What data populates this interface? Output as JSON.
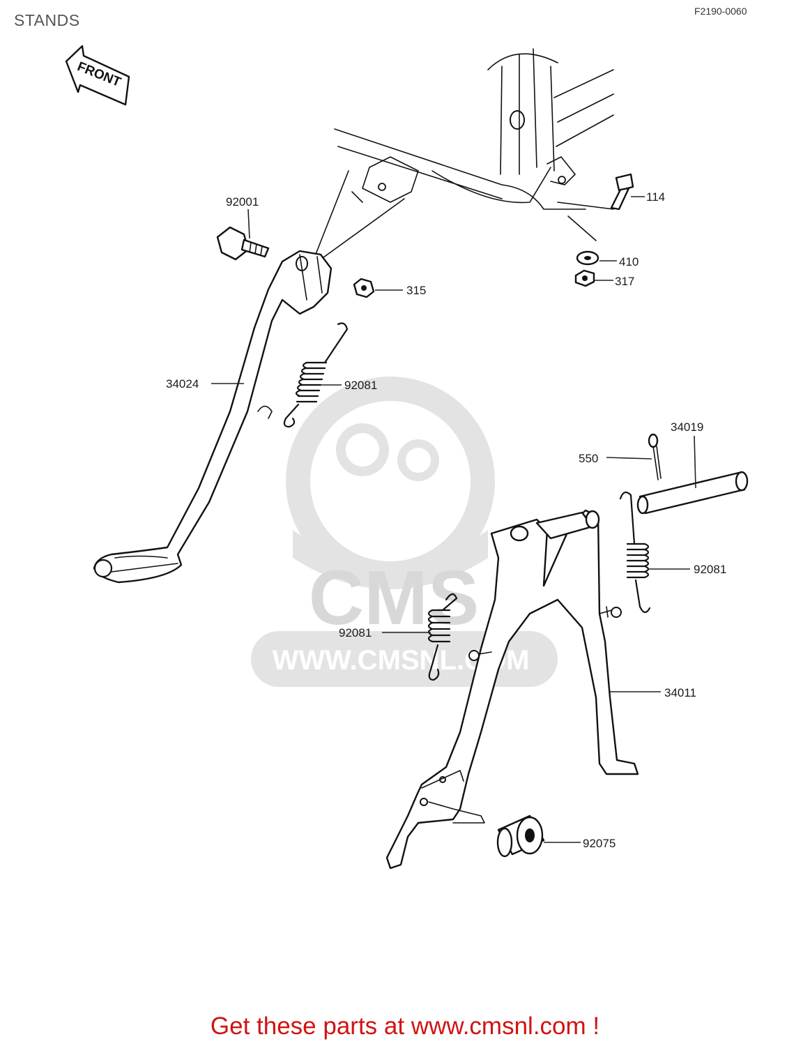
{
  "header": {
    "title": "STANDS",
    "diagram_code": "F2190-0060"
  },
  "front_arrow": {
    "label": "FRONT"
  },
  "watermark": {
    "logo_text": "CMS",
    "url_text": "WWW.CMSNL.COM"
  },
  "callouts": [
    {
      "id": "p92001",
      "label": "92001"
    },
    {
      "id": "p114",
      "label": "114"
    },
    {
      "id": "p410",
      "label": "410"
    },
    {
      "id": "p317",
      "label": "317"
    },
    {
      "id": "p315",
      "label": "315"
    },
    {
      "id": "p34024",
      "label": "34024"
    },
    {
      "id": "p92081a",
      "label": "92081"
    },
    {
      "id": "p34019",
      "label": "34019"
    },
    {
      "id": "p550",
      "label": "550"
    },
    {
      "id": "p92081b",
      "label": "92081"
    },
    {
      "id": "p92081c",
      "label": "92081"
    },
    {
      "id": "p34011",
      "label": "34011"
    },
    {
      "id": "p92075",
      "label": "92075"
    }
  ],
  "footer": {
    "link_text": "Get these parts at www.cmsnl.com !",
    "color": "#d11212"
  }
}
